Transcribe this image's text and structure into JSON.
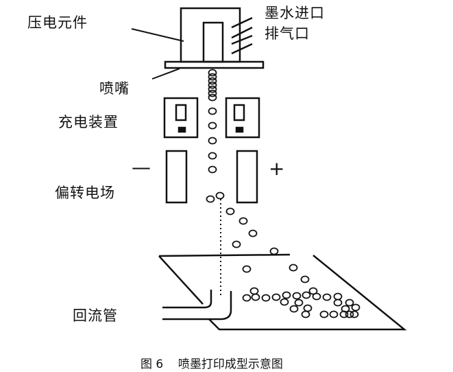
{
  "labels": {
    "piezo": "压电元件",
    "ink_inlet": "墨水进口",
    "air_outlet": "排气口",
    "nozzle": "喷嘴",
    "charging": "充电装置",
    "deflection": "偏转电场",
    "return_pipe": "回流管",
    "minus": "—",
    "plus": "+"
  },
  "caption": {
    "number": "图 6",
    "title": "喷墨打印成型示意图"
  }
}
